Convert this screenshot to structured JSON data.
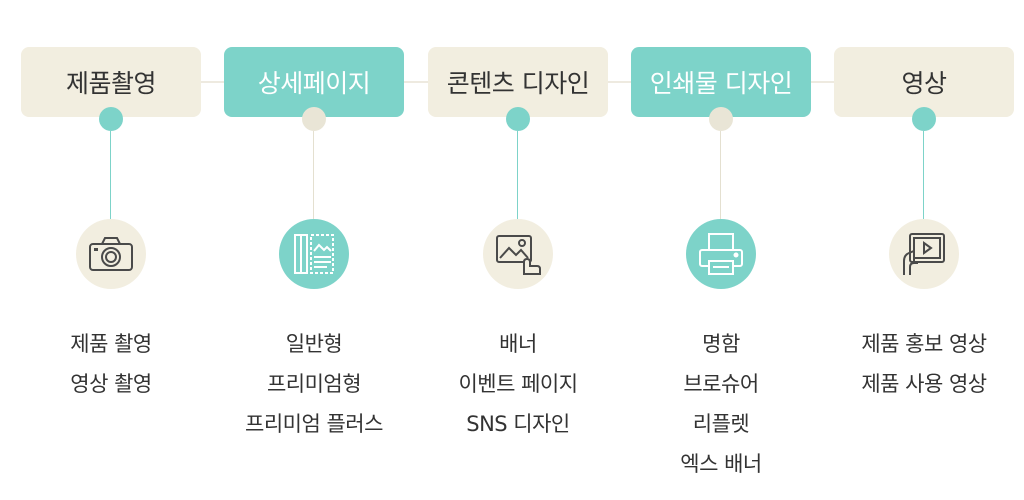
{
  "steps": [
    {
      "title": "제품촬영",
      "icon": "camera-icon",
      "items": [
        "제품 촬영",
        "영상 촬영"
      ]
    },
    {
      "title": "상세페이지",
      "icon": "detail-page-icon",
      "items": [
        "일반형",
        "프리미엄형",
        "프리미엄 플러스"
      ]
    },
    {
      "title": "콘텐츠 디자인",
      "icon": "image-hand-icon",
      "items": [
        "배너",
        "이벤트 페이지",
        "SNS 디자인"
      ]
    },
    {
      "title": "인쇄물 디자인",
      "icon": "printer-icon",
      "items": [
        "명함",
        "브로슈어",
        "리플렛",
        "엑스 배너"
      ]
    },
    {
      "title": "영상",
      "icon": "video-tablet-icon",
      "items": [
        "제품 홍보 영상",
        "제품 사용 영상"
      ]
    }
  ],
  "colors": {
    "teal": "#7dd3c9",
    "beige": "#f2eee0",
    "text": "#333333"
  }
}
